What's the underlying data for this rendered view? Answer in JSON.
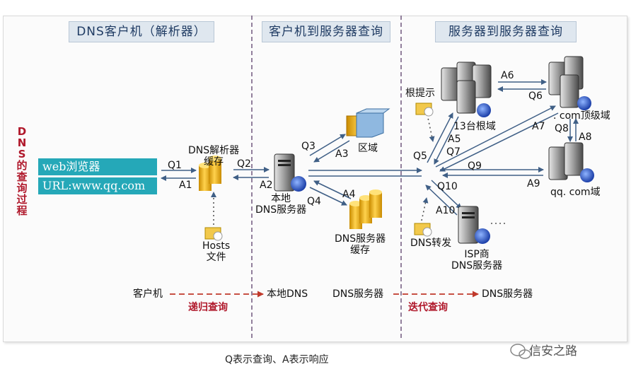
{
  "headers": {
    "resolver": "DNS客户机（解析器）",
    "client_to_server": "客户机到服务器查询",
    "server_to_server": "服务器到服务器查询"
  },
  "side_title": "DNS的查询过程",
  "browser": {
    "title": "web浏览器",
    "url": "URL:www.qq.com"
  },
  "labels": {
    "resolver_cache": "DNS解析器\n缓存",
    "hosts_file": "Hosts\n文件",
    "local_dns": "本地\nDNS服务器",
    "zone": "区域",
    "dns_server_cache": "DNS服务器\n缓存",
    "root_hints": "根提示",
    "root_servers": "13台根域",
    "com_tld": ". com顶级域",
    "qq_domain": "qq. com域",
    "dns_forward": "DNS转发",
    "isp_dns": "ISP商\nDNS服务器"
  },
  "arrows": {
    "q1": "Q1",
    "a1": "A1",
    "q2": "Q2",
    "a2": "A2",
    "q3": "Q3",
    "a3": "A3",
    "q4": "Q4",
    "a4": "A4",
    "q5": "Q5",
    "a5": "A5",
    "q6": "Q6",
    "a6": "A6",
    "q7": "Q7",
    "a7": "A7",
    "q8": "Q8",
    "a8": "A8",
    "q9": "Q9",
    "a9": "A9",
    "q10": "Q10",
    "a10": "A10"
  },
  "bottom": {
    "client": "客户机",
    "local_dns": "本地DNS",
    "dns_server_1": "DNS服务器",
    "dns_server_2": "DNS服务器",
    "recursive": "递归查询",
    "iterative": "迭代查询"
  },
  "caption": "Q表示查询、A表示响应",
  "watermark": "信安之路",
  "colors": {
    "header_bg": "#dfe7ef",
    "browser_bar": "#25a8b8",
    "arrow": "#3f5f86",
    "dashed_red": "#c0392b",
    "emphasis": "#b0182b"
  }
}
